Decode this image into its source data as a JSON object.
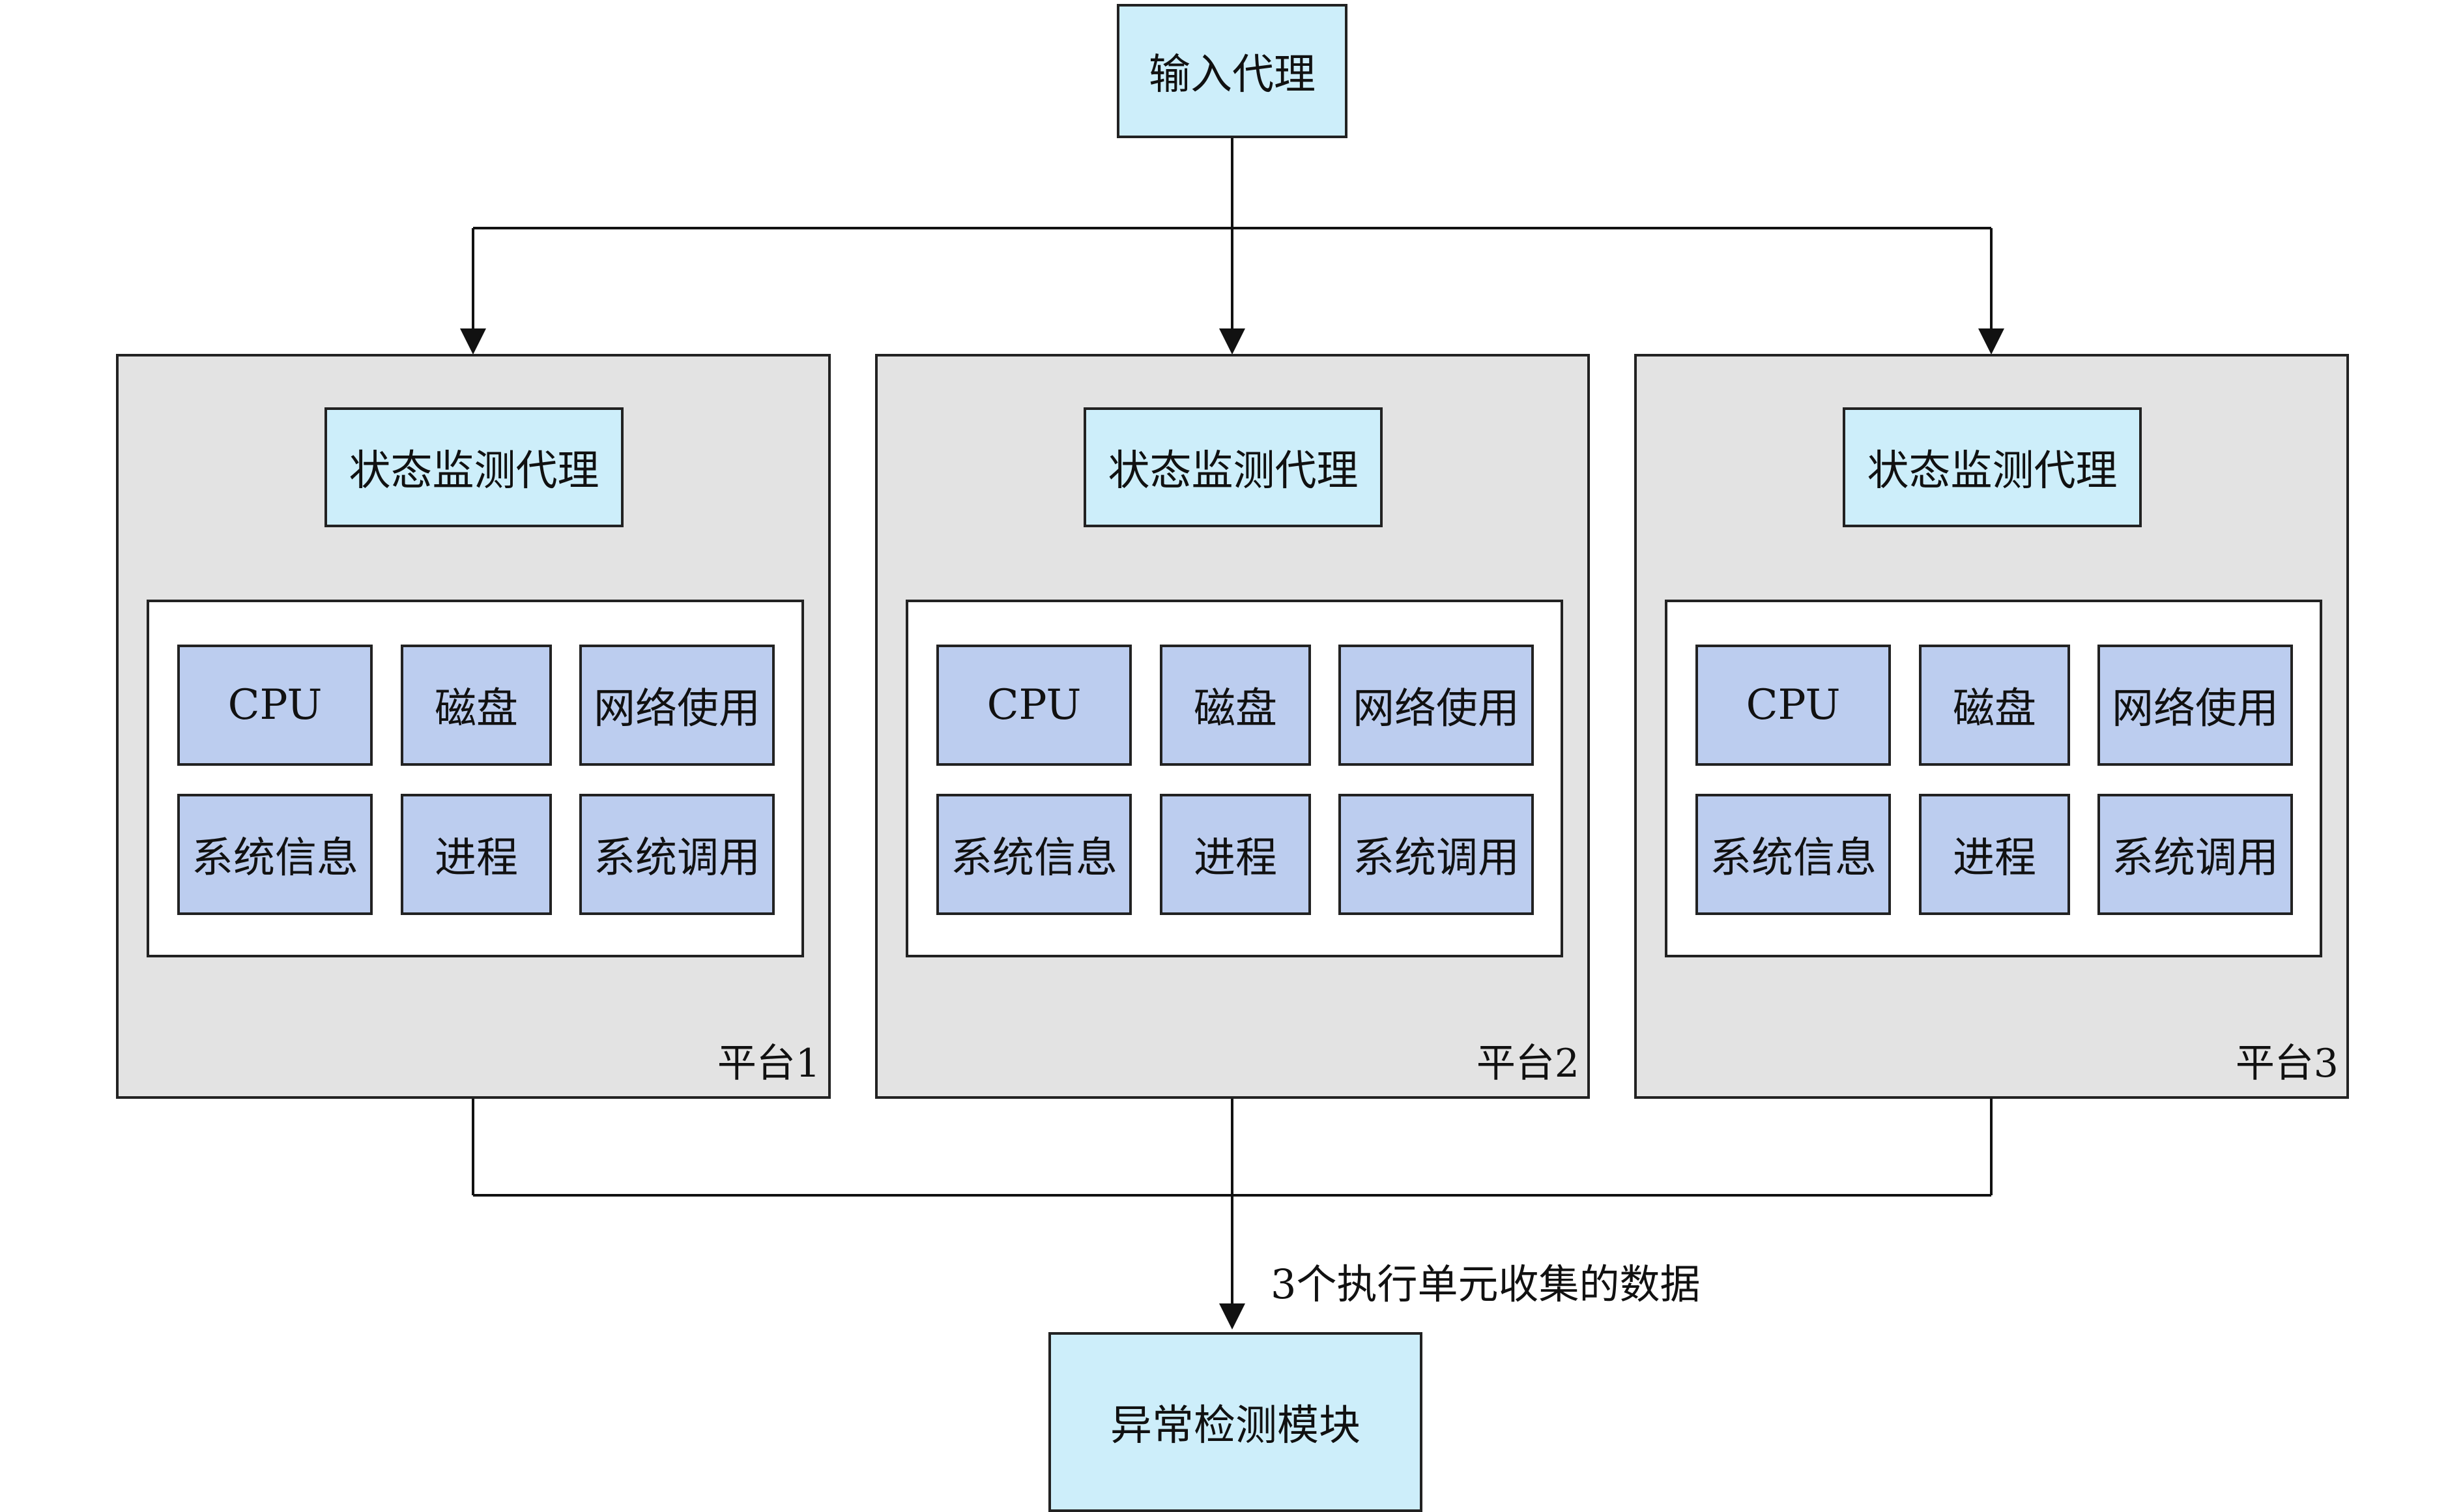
{
  "input_agent": "输入代理",
  "platforms": [
    {
      "label": "平台1",
      "monitor_agent": "状态监测代理",
      "cells": [
        "CPU",
        "磁盘",
        "网络使用",
        "系统信息",
        "进程",
        "系统调用"
      ]
    },
    {
      "label": "平台2",
      "monitor_agent": "状态监测代理",
      "cells": [
        "CPU",
        "磁盘",
        "网络使用",
        "系统信息",
        "进程",
        "系统调用"
      ]
    },
    {
      "label": "平台3",
      "monitor_agent": "状态监测代理",
      "cells": [
        "CPU",
        "磁盘",
        "网络使用",
        "系统信息",
        "进程",
        "系统调用"
      ]
    }
  ],
  "edge_label": "3个执行单元收集的数据",
  "anomaly_module": "异常检测模块"
}
